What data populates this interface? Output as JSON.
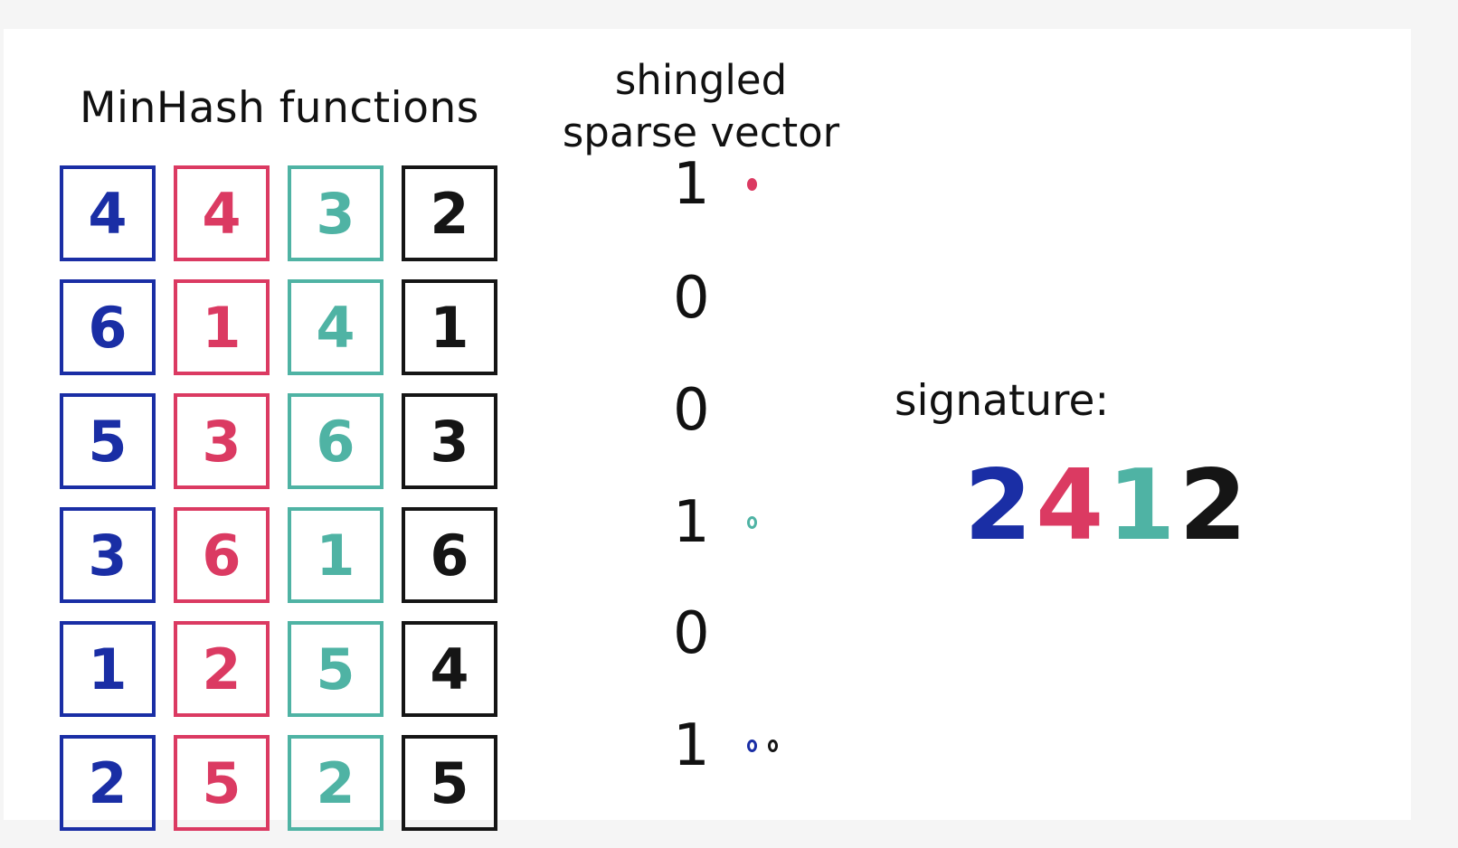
{
  "titles": {
    "minhash": "MinHash functions",
    "vector_line1": "shingled",
    "vector_line2": "sparse vector"
  },
  "colors": {
    "blue": "#1a2ea5",
    "red": "#db3a62",
    "teal": "#4fb3a4",
    "black": "#151515"
  },
  "minhash_rows": [
    [
      "4",
      "4",
      "3",
      "2"
    ],
    [
      "6",
      "1",
      "4",
      "1"
    ],
    [
      "5",
      "3",
      "6",
      "3"
    ],
    [
      "3",
      "6",
      "1",
      "6"
    ],
    [
      "1",
      "2",
      "5",
      "4"
    ],
    [
      "2",
      "5",
      "2",
      "5"
    ]
  ],
  "vector": [
    "1",
    "0",
    "0",
    "1",
    "0",
    "1"
  ],
  "vector_markers": [
    [
      {
        "color": "red",
        "filled": true
      }
    ],
    [],
    [],
    [
      {
        "color": "teal",
        "filled": false
      }
    ],
    [],
    [
      {
        "color": "blue",
        "filled": false
      },
      {
        "color": "black",
        "filled": false
      }
    ]
  ],
  "signature": {
    "label": "signature:",
    "values": [
      {
        "value": "2",
        "color": "blue"
      },
      {
        "value": "4",
        "color": "red"
      },
      {
        "value": "1",
        "color": "teal"
      },
      {
        "value": "2",
        "color": "black"
      }
    ]
  }
}
